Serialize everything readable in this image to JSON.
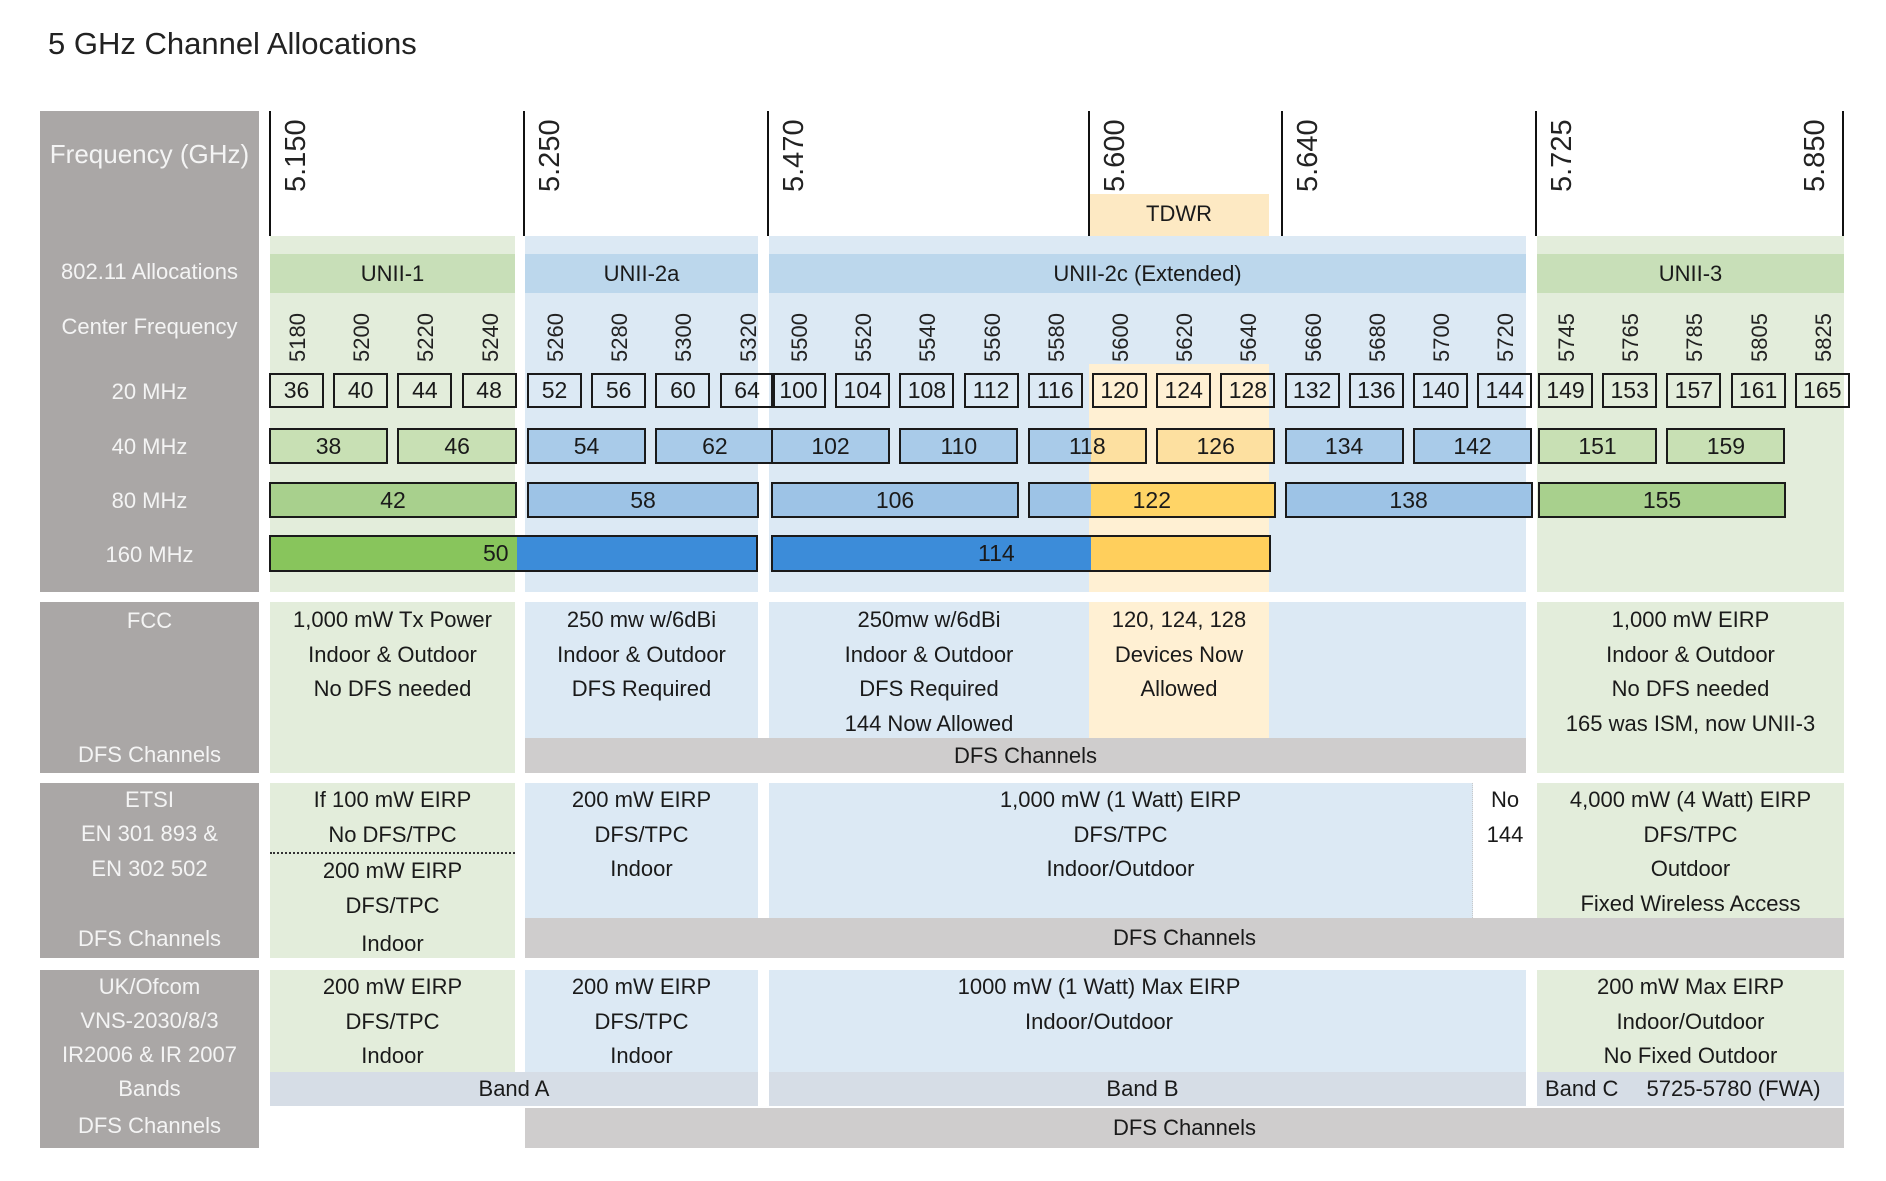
{
  "title": "5 GHz Channel Allocations",
  "row_labels": {
    "frequency": "Frequency (GHz)",
    "allocations": "802.11 Allocations",
    "center_frequency": "Center Frequency",
    "mhz20": "20 MHz",
    "mhz40": "40 MHz",
    "mhz80": "80 MHz",
    "mhz160": "160 MHz",
    "fcc": "FCC",
    "fcc_dfs": "DFS Channels",
    "etsi_lines": [
      "ETSI",
      "EN 301 893 &",
      "EN 302 502"
    ],
    "etsi_dfs": "DFS Channels",
    "uk_lines": [
      "UK/Ofcom",
      "VNS-2030/8/3",
      "IR2006 & IR 2007"
    ],
    "uk_bands": "Bands",
    "uk_dfs": "DFS Channels"
  },
  "frequency_markers": [
    "5.150",
    "5.250",
    "5.470",
    "5.600",
    "5.640",
    "5.725",
    "5.850"
  ],
  "tdwr_label": "TDWR",
  "allocations": [
    {
      "name": "UNII-1",
      "color": "green"
    },
    {
      "name": "UNII-2a",
      "color": "blue"
    },
    {
      "name": "UNII-2c (Extended)",
      "color": "blue"
    },
    {
      "name": "UNII-3",
      "color": "green"
    }
  ],
  "center_frequencies": [
    "5180",
    "5200",
    "5220",
    "5240",
    "5260",
    "5280",
    "5300",
    "5320",
    "5500",
    "5520",
    "5540",
    "5560",
    "5580",
    "5600",
    "5620",
    "5640",
    "5660",
    "5680",
    "5700",
    "5720",
    "5745",
    "5765",
    "5785",
    "5805",
    "5825"
  ],
  "channels_20": [
    "36",
    "40",
    "44",
    "48",
    "52",
    "56",
    "60",
    "64",
    "100",
    "104",
    "108",
    "112",
    "116",
    "120",
    "124",
    "128",
    "132",
    "136",
    "140",
    "144",
    "149",
    "153",
    "157",
    "161",
    "165"
  ],
  "channels_40": [
    {
      "ch": "38",
      "start": 0,
      "band": "green"
    },
    {
      "ch": "46",
      "start": 2,
      "band": "green"
    },
    {
      "ch": "54",
      "start": 4,
      "band": "blue"
    },
    {
      "ch": "62",
      "start": 6,
      "band": "blue"
    },
    {
      "ch": "102",
      "start": 8,
      "band": "blue"
    },
    {
      "ch": "110",
      "start": 10,
      "band": "blue"
    },
    {
      "ch": "118",
      "start": 12,
      "band": "blue-tdwr"
    },
    {
      "ch": "126",
      "start": 14,
      "band": "tdwr"
    },
    {
      "ch": "134",
      "start": 16,
      "band": "blue"
    },
    {
      "ch": "142",
      "start": 18,
      "band": "blue"
    },
    {
      "ch": "151",
      "start": 20,
      "band": "green"
    },
    {
      "ch": "159",
      "start": 22,
      "band": "green"
    }
  ],
  "channels_80": [
    {
      "ch": "42",
      "start": 0,
      "band": "green"
    },
    {
      "ch": "58",
      "start": 4,
      "band": "blue"
    },
    {
      "ch": "106",
      "start": 8,
      "band": "blue"
    },
    {
      "ch": "122",
      "start": 12,
      "band": "blue-tdwr"
    },
    {
      "ch": "138",
      "start": 16,
      "band": "blue"
    },
    {
      "ch": "155",
      "start": 20,
      "band": "green"
    }
  ],
  "channels_160": [
    {
      "ch": "50",
      "start": 0,
      "band": "green-blue"
    },
    {
      "ch": "114",
      "start": 8,
      "band": "blue-tdwr"
    }
  ],
  "fcc": {
    "unii1": [
      "1,000 mW Tx Power",
      "Indoor & Outdoor",
      "No DFS needed"
    ],
    "unii2a": [
      "250 mw w/6dBi",
      "Indoor & Outdoor",
      "DFS Required"
    ],
    "unii2c": [
      "250mw w/6dBi",
      "Indoor & Outdoor",
      "DFS Required",
      "144 Now Allowed"
    ],
    "tdwr": [
      "120, 124, 128",
      "Devices Now",
      "Allowed"
    ],
    "unii3": [
      "1,000 mW EIRP",
      "Indoor & Outdoor",
      "No DFS needed",
      "165 was ISM, now UNII-3"
    ],
    "dfs_label": "DFS Channels"
  },
  "etsi": {
    "unii1_top": [
      "If 100 mW EIRP",
      "No DFS/TPC"
    ],
    "unii1_bottom": [
      "200 mW EIRP",
      "DFS/TPC",
      "Indoor"
    ],
    "unii2a": [
      "200 mW EIRP",
      "DFS/TPC",
      "Indoor"
    ],
    "unii2c": [
      "1,000 mW (1 Watt) EIRP",
      "DFS/TPC",
      "Indoor/Outdoor"
    ],
    "no144": [
      "No",
      "144"
    ],
    "unii3": [
      "4,000 mW (4 Watt) EIRP",
      "DFS/TPC",
      "Outdoor",
      "Fixed Wireless Access"
    ],
    "dfs_label": "DFS Channels"
  },
  "uk": {
    "unii1": [
      "200 mW EIRP",
      "DFS/TPC",
      "Indoor"
    ],
    "unii2a": [
      "200 mW EIRP",
      "DFS/TPC",
      "Indoor"
    ],
    "unii2c": [
      "1000 mW (1 Watt) Max EIRP",
      "Indoor/Outdoor"
    ],
    "unii3": [
      "200 mW Max EIRP",
      "Indoor/Outdoor",
      "No Fixed Outdoor"
    ],
    "band_a": "Band A",
    "band_b": "Band B",
    "band_c": "Band C",
    "band_c_fwa": "5725-5780 (FWA)",
    "dfs_label": "DFS Channels"
  },
  "colors": {
    "label_col": "#aaa7a6",
    "green_col": "#e3eddb",
    "blue_col": "#dce9f4",
    "tdwr_col": "#fff0d3",
    "green_ch": "#c8dfb8",
    "blue_ch": "#bcd7ec",
    "green_40": "#c8e0b4",
    "blue_40": "#a9cbe9",
    "tdwr_ch": "#fde0a0",
    "green_80": "#a8d08d",
    "blue_80": "#9dc3e6",
    "tdwr_80": "#ffd466",
    "green_160": "#88c55c",
    "blue_160": "#3c8cd9",
    "tdwr_160": "#ffcf5c"
  }
}
